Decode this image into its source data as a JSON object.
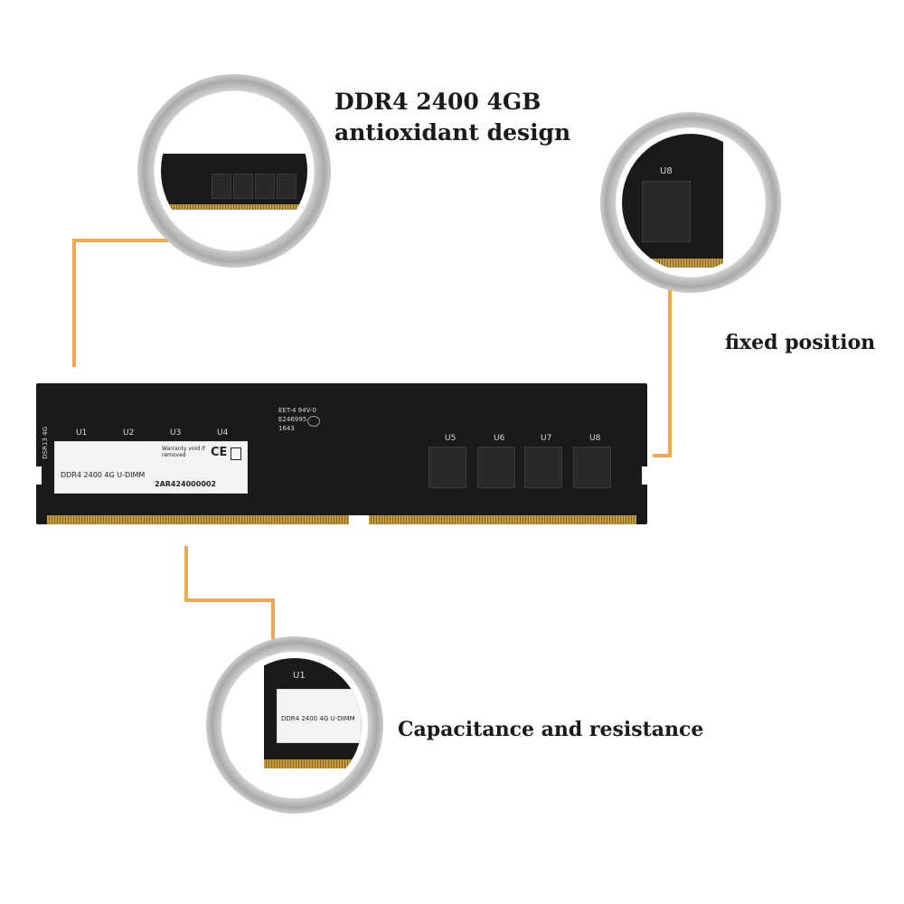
{
  "callouts": {
    "top": {
      "line1": "DDR4 2400 4GB",
      "line2": "antioxidant design"
    },
    "right": {
      "text": "fixed position"
    },
    "bottom": {
      "text": "Capacitance and resistance"
    }
  },
  "module": {
    "chip_labels": [
      "U1",
      "U2",
      "U3",
      "U4",
      "U5",
      "U6",
      "U7",
      "U8"
    ],
    "side_label": "DSR13 4G",
    "sticker": {
      "title": "DDR4 2400 4G U-DIMM",
      "serial": "2AR424000002",
      "warranty": "Warranty void if removed",
      "ce_mark": "CE"
    },
    "pcb_text": [
      "EET-4 94V-0",
      "E246995",
      "1643"
    ]
  },
  "zoom_right": {
    "chip_label": "U8"
  },
  "zoom_bottom": {
    "chip_label": "U1",
    "sticker_title": "DDR4 2400 4G U-DIMM"
  },
  "colors": {
    "accent_line": "#f0a952",
    "pcb": "#1b1a1a",
    "gold_pins": "#c59a3f"
  }
}
